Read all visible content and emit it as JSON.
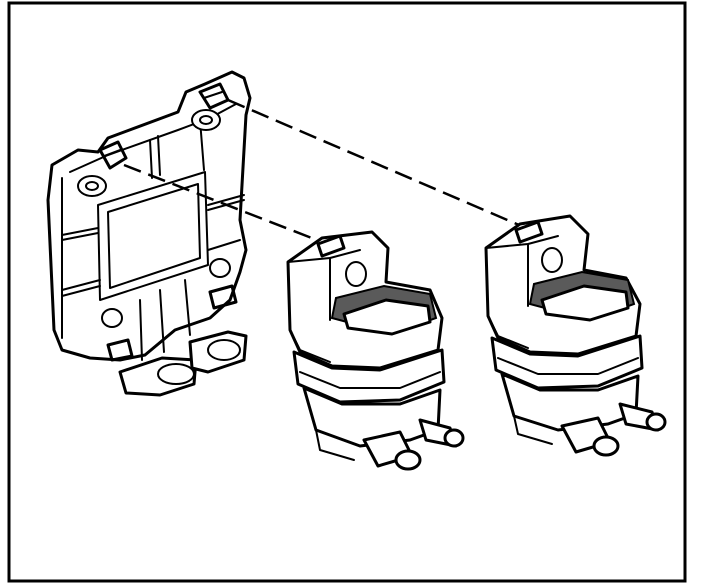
{
  "figure": {
    "frame_color": "#000000",
    "background": "#ffffff",
    "parts": [
      {
        "name": "mounting-bracket"
      },
      {
        "name": "ignition-coil-left"
      },
      {
        "name": "ignition-coil-right"
      }
    ],
    "alignment_lines": 2
  }
}
